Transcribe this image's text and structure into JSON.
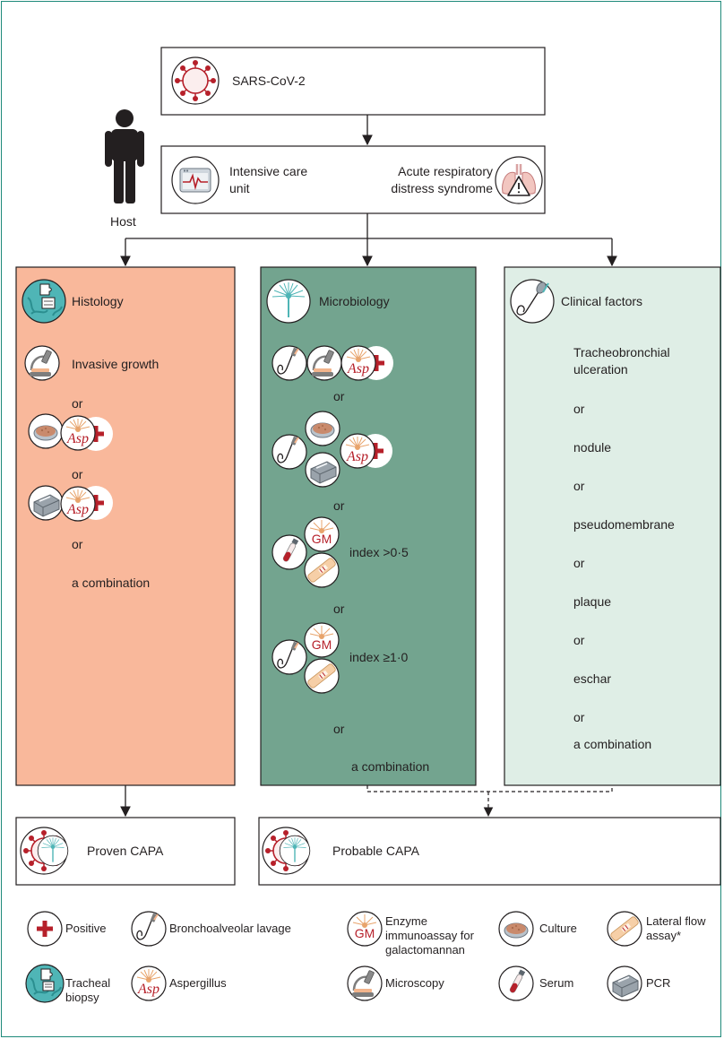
{
  "top": {
    "virus": "SARS-CoV-2",
    "icu": "Intensive care unit",
    "ards": "Acute respiratory distress syndrome",
    "host": "Host"
  },
  "histology": {
    "title": "Histology",
    "invasive_growth": "Invasive growth",
    "or": "or",
    "combination": "a combination"
  },
  "microbiology": {
    "title": "Microbiology",
    "or": "or",
    "gm_serum_index": "index >0·5",
    "gm_bal_index": "index ≥1·0",
    "combination": "a combination"
  },
  "clinical": {
    "title": "Clinical factors",
    "items": [
      "Tracheobronchial ulceration",
      "nodule",
      "pseudomembrane",
      "plaque",
      "eschar",
      "a combination"
    ],
    "or": "or"
  },
  "outcomes": {
    "proven": "Proven CAPA",
    "probable": "Probable CAPA"
  },
  "icon_labels": {
    "asp": "Asp",
    "gm": "GM"
  },
  "legend": {
    "positive": "Positive",
    "bal": "Bronchoalveolar lavage",
    "eia_gm": "Enzyme immunoassay for galactomannan",
    "culture": "Culture",
    "lfa": "Lateral flow assay*",
    "tracheal_biopsy": "Tracheal biopsy",
    "aspergillus": "Aspergillus",
    "microscopy": "Microscopy",
    "serum": "Serum",
    "pcr": "PCR"
  },
  "colors": {
    "frame": "#1e8a7a",
    "histology_fill": "#f9b89b",
    "microbiology_fill": "#73a48f",
    "clinical_fill": "#dfeee6",
    "positive_red": "#b6202a",
    "icon_teal": "#4fb5b6",
    "tissue_pink": "#f2c6c0",
    "culture_fill": "#c98a6c"
  },
  "icons": [
    "virus-icon",
    "icu-monitor-icon",
    "lungs-warning-icon",
    "person-icon",
    "tracheal-biopsy-icon",
    "microscopy-icon",
    "culture-icon",
    "aspergillus-icon",
    "positive-icon",
    "pcr-icon",
    "bronchoalveolar-lavage-icon",
    "serum-icon",
    "galactomannan-icon",
    "lateral-flow-icon",
    "mold-icon"
  ]
}
